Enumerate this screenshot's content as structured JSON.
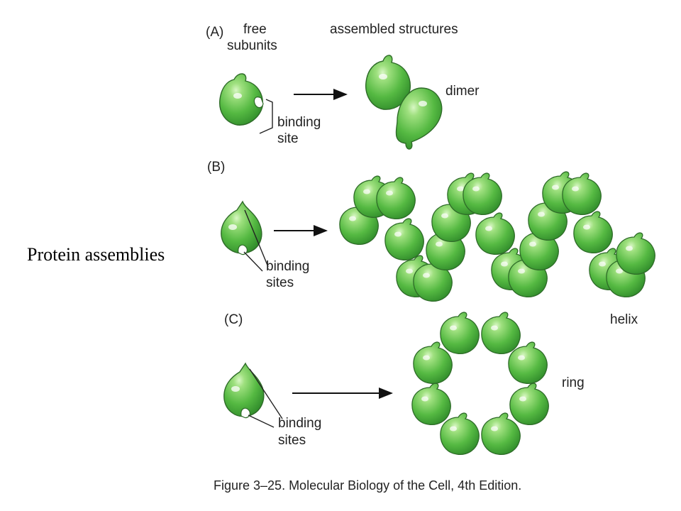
{
  "title": "Protein assemblies",
  "caption": "Figure 3–25. Molecular Biology of the Cell, 4th Edition.",
  "colors": {
    "subunit_fill": "#5fc24a",
    "subunit_light": "#b8ec9c",
    "subunit_dark": "#2f8a2a",
    "outline": "#2e6b28",
    "text": "#222222"
  },
  "header": {
    "free_subunits": [
      "free",
      "subunits"
    ],
    "assembled_structures": "assembled structures"
  },
  "panels": [
    {
      "label": "(A)",
      "binding_label": [
        "binding",
        "site"
      ],
      "result": "dimer"
    },
    {
      "label": "(B)",
      "binding_label": [
        "binding",
        "sites"
      ],
      "result": "helix"
    },
    {
      "label": "(C)",
      "binding_label": [
        "binding",
        "sites"
      ],
      "result": "ring"
    }
  ]
}
